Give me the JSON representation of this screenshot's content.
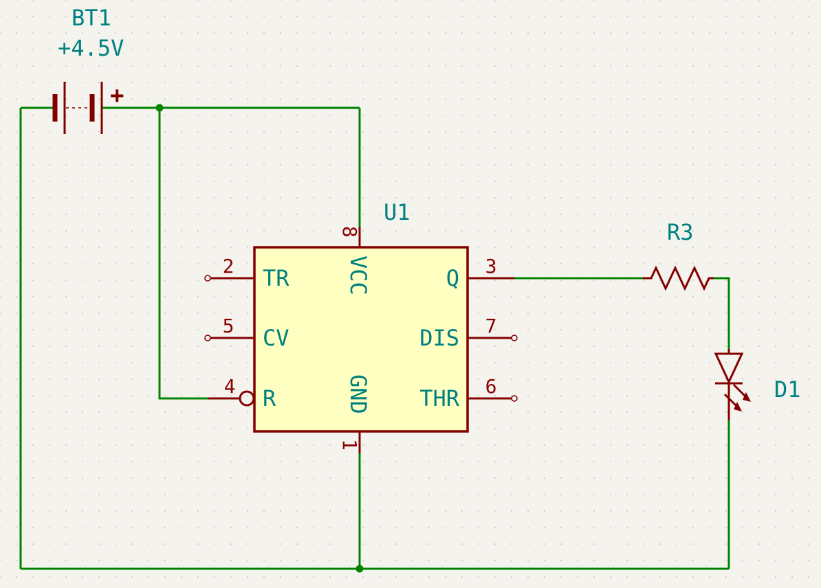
{
  "schematic": {
    "colors": {
      "background": "#F4F3ED",
      "wire": "#008400",
      "symbol_outline": "#840000",
      "symbol_fill": "#FFFFC2",
      "pin_number": "#8B0000",
      "label": "#008080"
    },
    "battery": {
      "ref": "BT1",
      "value": "+4.5V",
      "plus_sign": "+"
    },
    "ic": {
      "ref": "U1",
      "pins": [
        {
          "num": "2",
          "name": "TR"
        },
        {
          "num": "5",
          "name": "CV"
        },
        {
          "num": "4",
          "name": "R"
        },
        {
          "num": "8",
          "name": "VCC"
        },
        {
          "num": "1",
          "name": "GND"
        },
        {
          "num": "3",
          "name": "Q"
        },
        {
          "num": "7",
          "name": "DIS"
        },
        {
          "num": "6",
          "name": "THR"
        }
      ]
    },
    "resistor": {
      "ref": "R3"
    },
    "led": {
      "ref": "D1"
    }
  }
}
